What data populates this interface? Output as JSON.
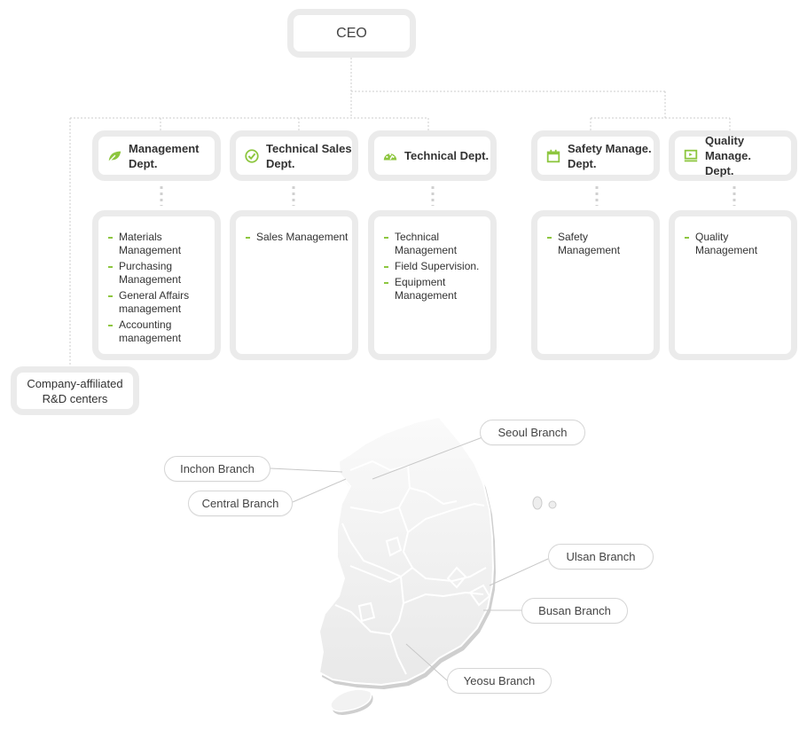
{
  "ceo": {
    "label": "CEO"
  },
  "rd_center": {
    "label": "Company-affiliated\nR&D centers"
  },
  "colors": {
    "accent": "#8dc63f",
    "box_border": "#ebebeb",
    "connector": "#cccccc"
  },
  "departments": [
    {
      "name": "Management\nDept.",
      "icon": "leaf-icon",
      "items": [
        "Materials\n Management",
        "Purchasing\n Management",
        "General Affairs\n management",
        "Accounting\n management"
      ]
    },
    {
      "name": "Technical Sales\nDept.",
      "icon": "check-circle-icon",
      "items": [
        "Sales Management"
      ]
    },
    {
      "name": "Technical Dept.",
      "icon": "gauge-icon",
      "items": [
        "Technical\n Management",
        "Field Supervision.",
        "Equipment\n Management"
      ]
    },
    {
      "name": "Safety Manage.\nDept.",
      "icon": "calendar-icon",
      "items": [
        "Safety Management"
      ]
    },
    {
      "name": "Quality Manage.\nDept.",
      "icon": "monitor-icon",
      "items": [
        "Quality Management"
      ]
    }
  ],
  "branches": {
    "seoul": "Seoul Branch",
    "inchon": "Inchon Branch",
    "central": "Central Branch",
    "ulsan": "Ulsan Branch",
    "busan": "Busan Branch",
    "yeosu": "Yeosu Branch"
  }
}
